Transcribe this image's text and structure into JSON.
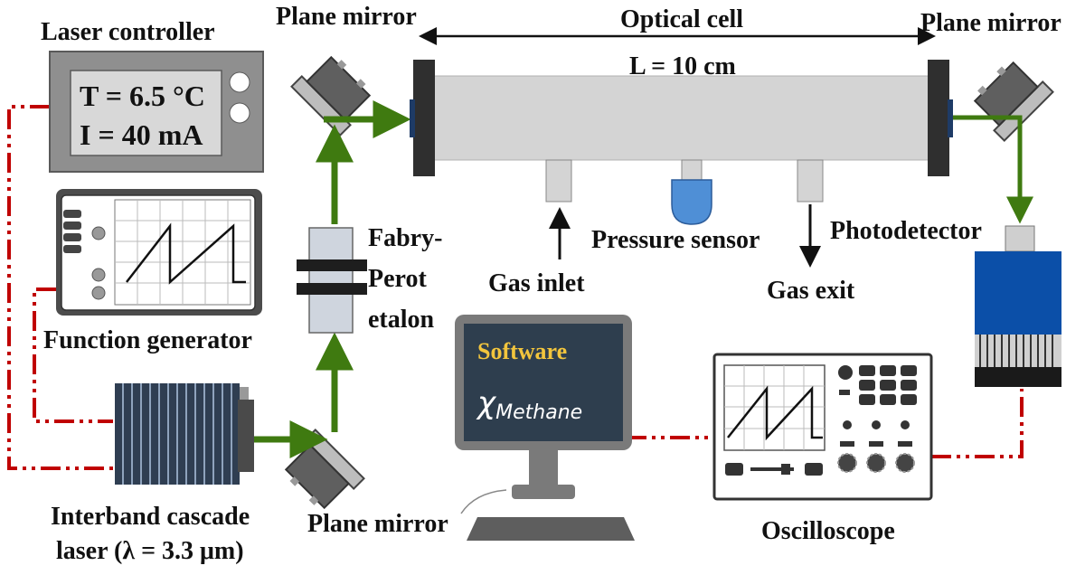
{
  "labels": {
    "laser_controller": "Laser controller",
    "controller_temp": "T = 6.5 °C",
    "controller_current": "I = 40 mA",
    "function_generator": "Function generator",
    "laser_line1": "Interband cascade",
    "laser_line2": "laser (λ = 3.3 μm)",
    "plane_mirror_top_left": "Plane mirror",
    "plane_mirror_top_right": "Plane mirror",
    "plane_mirror_bottom": "Plane mirror",
    "optical_cell": "Optical cell",
    "cell_length": "L = 10 cm",
    "fp_line1": "Fabry-",
    "fp_line2": "Perot",
    "fp_line3": "etalon",
    "gas_inlet": "Gas inlet",
    "pressure_sensor": "Pressure sensor",
    "gas_exit": "Gas exit",
    "photodetector": "Photodetector",
    "software": "Software",
    "software_formula": "χMethane",
    "oscilloscope": "Oscilloscope"
  },
  "colors": {
    "beam": "#3f7a10",
    "cable": "#c00000",
    "device_gray": "#8f8f8f",
    "screen": "#2e3e4e",
    "software_title": "#f2c53d",
    "detector_blue": "#0b4fa8",
    "pressure_blue": "#4f8fd6",
    "cell_gray": "#d4d4d4"
  },
  "icons": [
    "mirror-icon",
    "oscilloscope-icon",
    "monitor-icon",
    "keyboard-icon",
    "laser-icon",
    "photodetector-icon",
    "sawtooth-wave-icon"
  ]
}
